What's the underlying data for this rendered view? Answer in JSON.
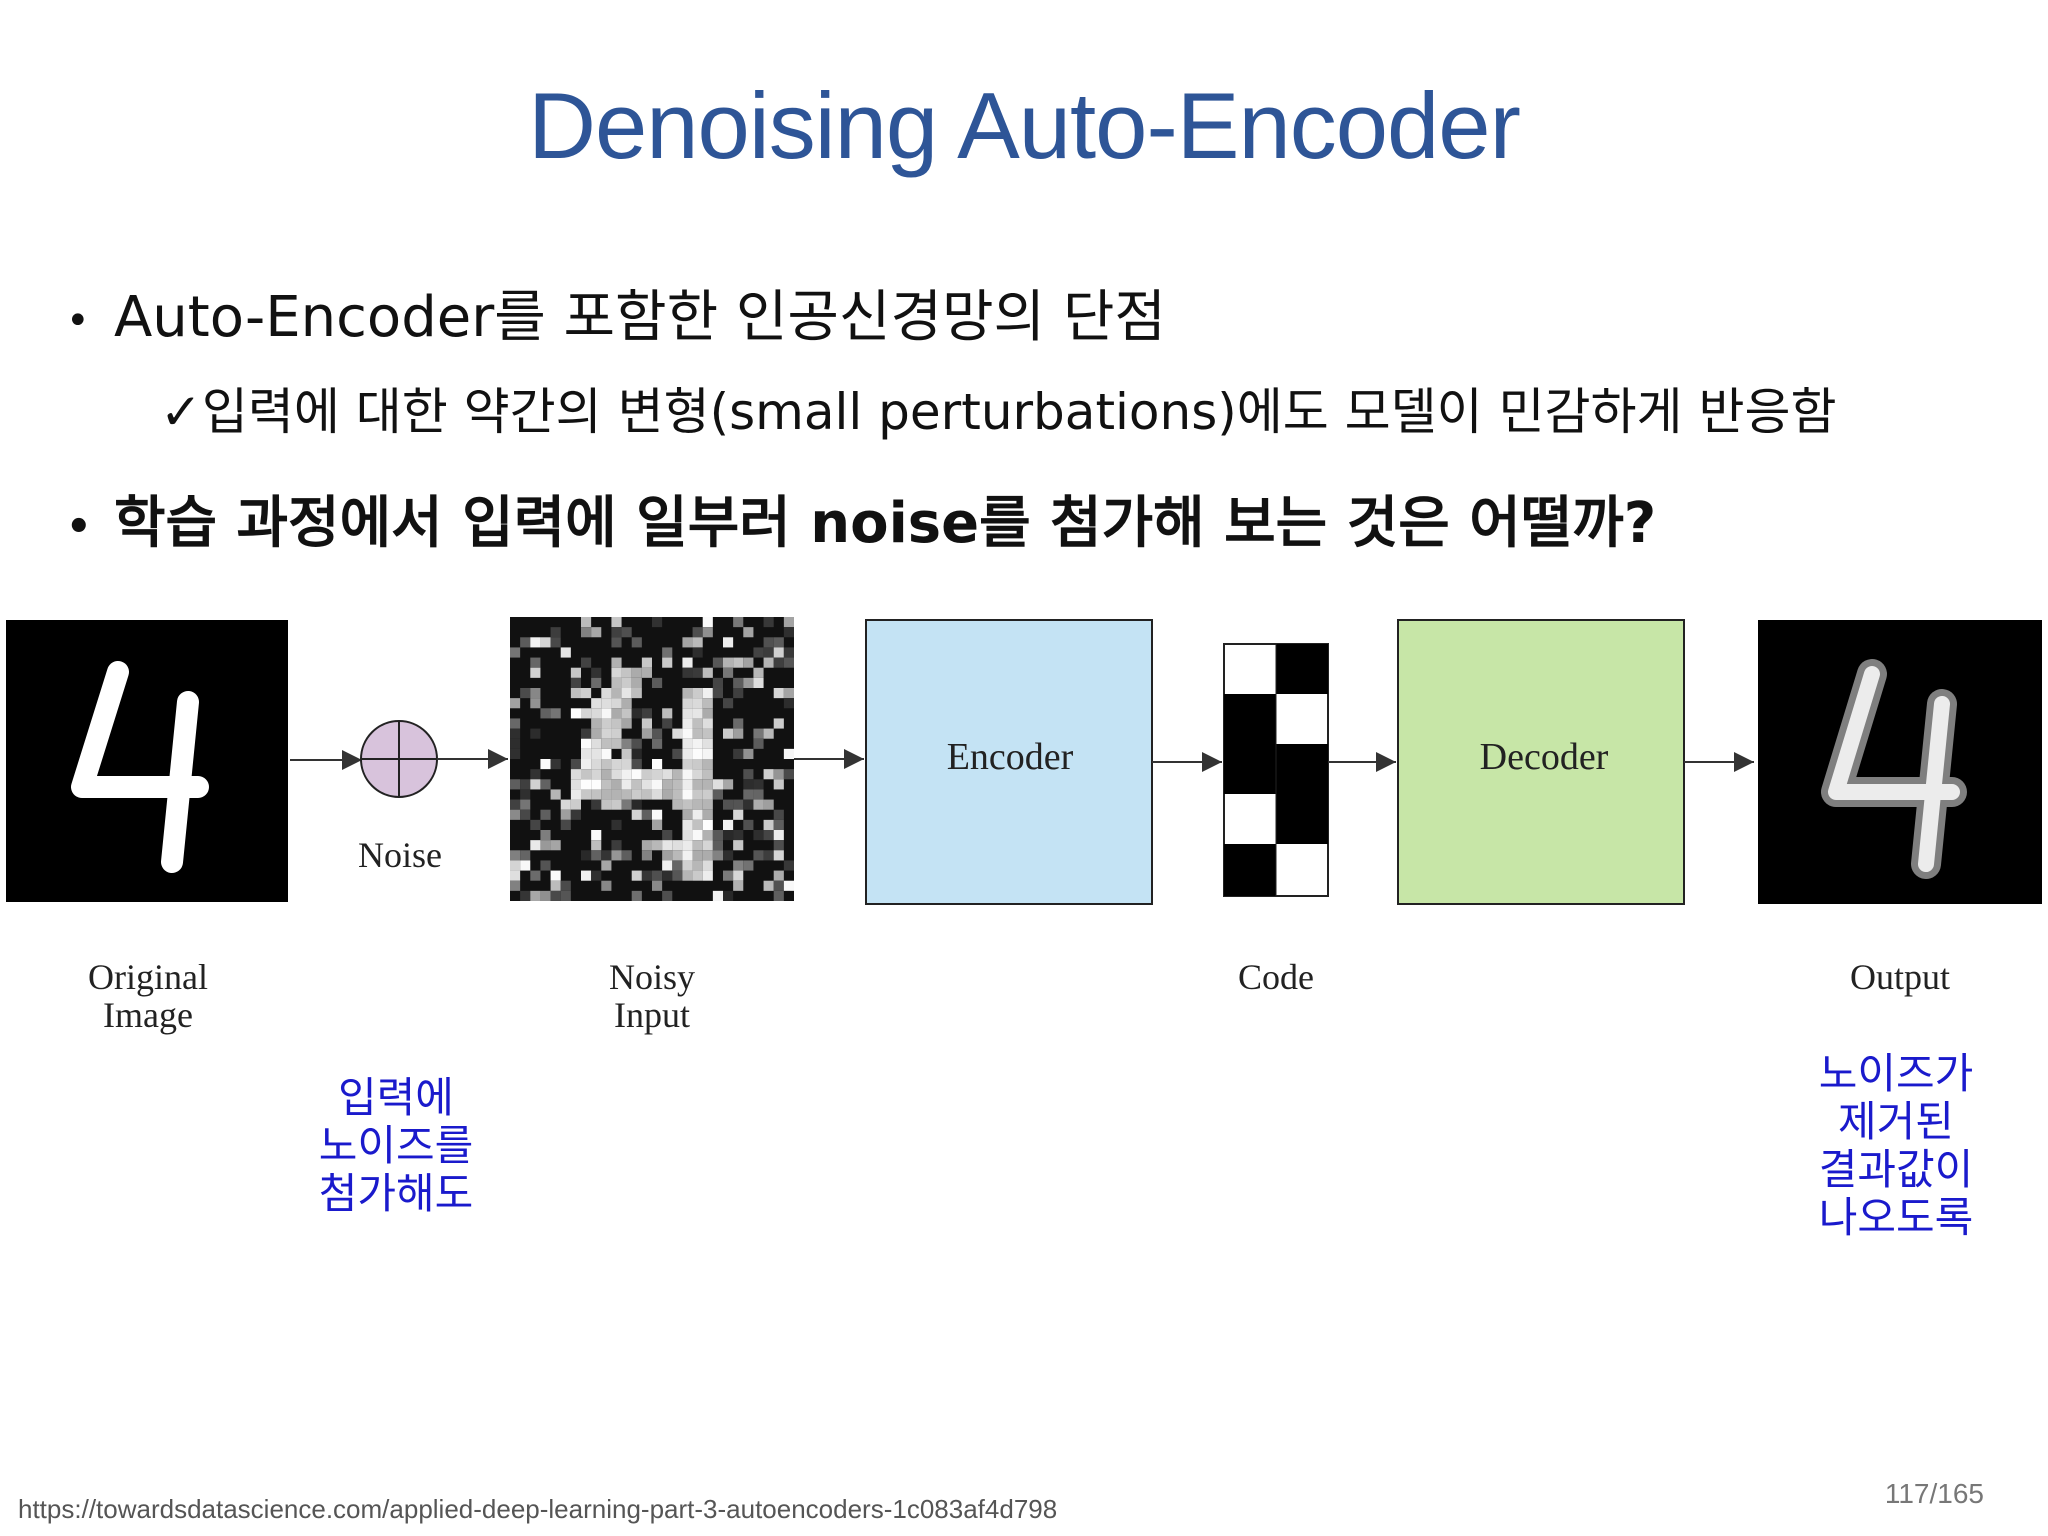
{
  "slide": {
    "title": "Denoising Auto-Encoder",
    "bullets": [
      {
        "text": "Auto-Encoder를 포함한 인공신경망의 단점",
        "subpoints": [
          "✓입력에 대한 약간의 변형(small perturbations)에도 모델이 민감하게 반응함"
        ]
      },
      {
        "text": "학습 과정에서 입력에 일부러 noise를 첨가해 보는 것은 어떨까?"
      }
    ]
  },
  "diagram": {
    "original_label": [
      "Original",
      "Image"
    ],
    "noise_label": "Noise",
    "noisy_label": [
      "Noisy",
      "Input"
    ],
    "encoder_label": "Encoder",
    "code_label": "Code",
    "decoder_label": "Decoder",
    "output_label": "Output",
    "colors": {
      "encoder_fill": "#c4e3f4",
      "decoder_fill": "#c7e6a7",
      "noise_fill": "#d8c3dc"
    },
    "input_note": [
      "입력에",
      "노이즈를",
      "첨가해도"
    ],
    "output_note": [
      "노이즈가",
      "제거된",
      "결과값이",
      "나오도록"
    ]
  },
  "footer": {
    "source_url": "https://towardsdatascience.com/applied-deep-learning-part-3-autoencoders-1c083af4d798",
    "page": "117/165"
  }
}
